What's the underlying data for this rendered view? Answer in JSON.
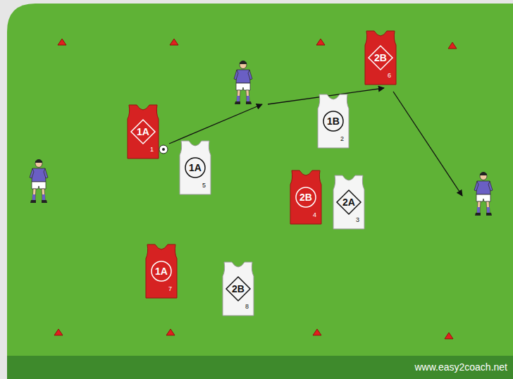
{
  "diagram": {
    "nodes": [
      {
        "text": [
          "2B",
          "6"
        ]
      },
      {
        "text": [
          "1B",
          "2"
        ]
      },
      {
        "text": [
          "1A",
          "1"
        ]
      },
      {
        "text": [
          "1A",
          "5"
        ]
      },
      {
        "text": [
          "2B",
          "4"
        ]
      },
      {
        "text": [
          "2A",
          "3"
        ]
      },
      {
        "text": [
          "1A",
          "7"
        ]
      },
      {
        "text": [
          "2B",
          "8"
        ]
      }
    ],
    "labels": [
      "www.easy2coach.net"
    ]
  }
}
